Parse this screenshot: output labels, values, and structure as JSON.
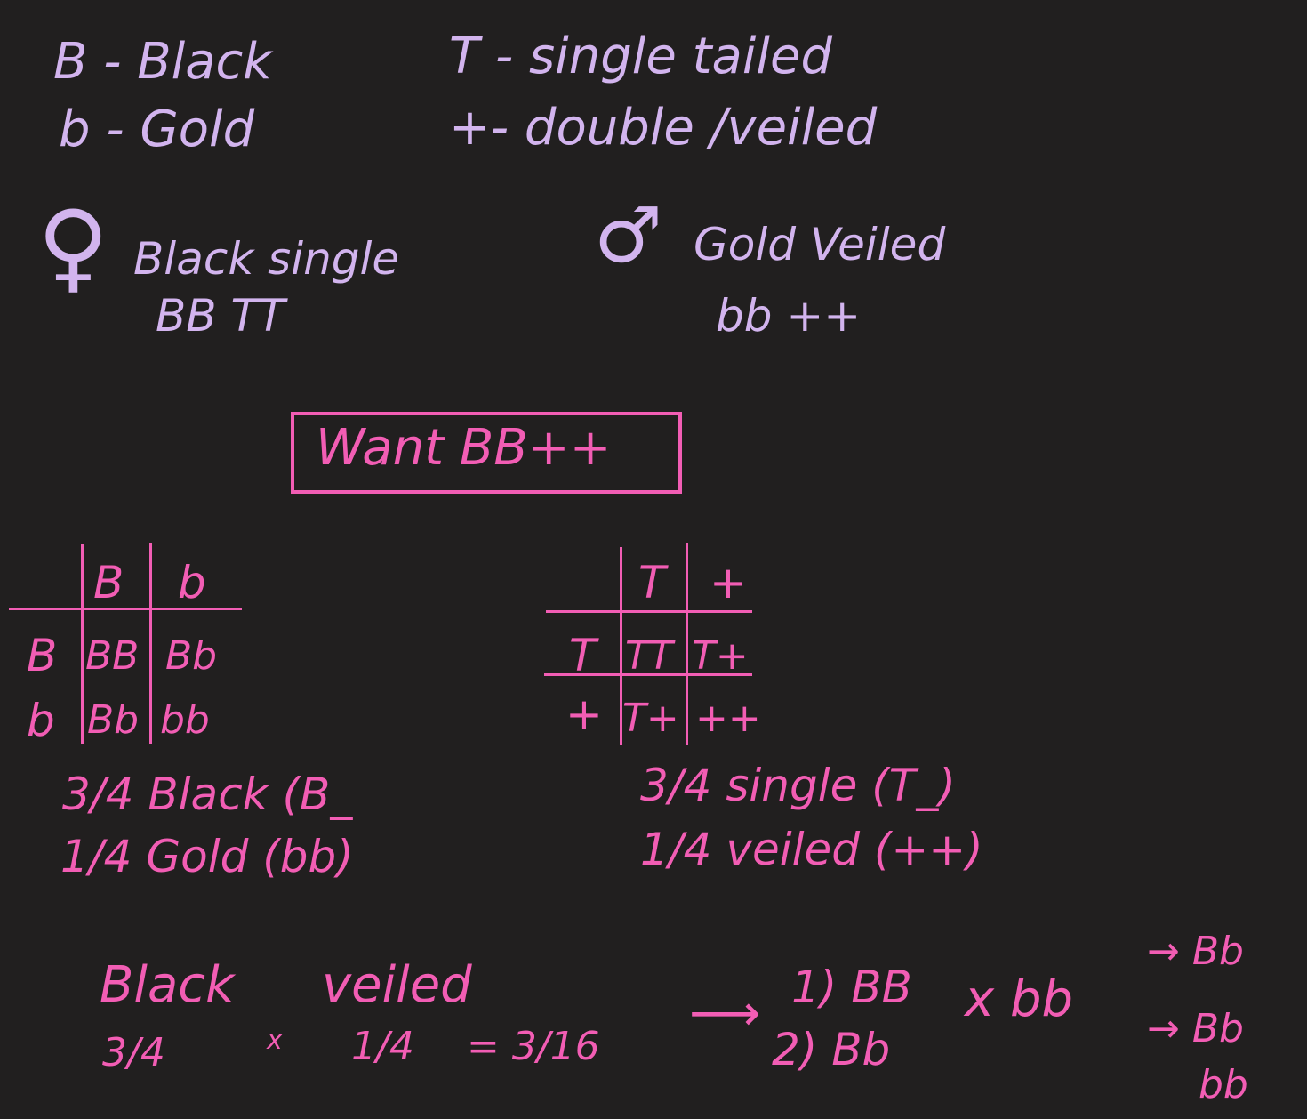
{
  "legend": {
    "B": "B - Black",
    "b": "b - Gold",
    "T": "T - single tailed",
    "t": "+- double /veiled"
  },
  "parents": {
    "female_symbol": "♀",
    "female_phenotype": "Black single",
    "female_genotype": "BB TT",
    "male_symbol": "♂",
    "male_phenotype": "Gold  Veiled",
    "male_genotype": "bb  ++"
  },
  "goal": "Want  BB++",
  "punnett_color": {
    "col_headers": [
      "B",
      "b"
    ],
    "row_headers": [
      "B",
      "b"
    ],
    "cells": [
      [
        "BB",
        "Bb"
      ],
      [
        "Bb",
        "bb"
      ]
    ]
  },
  "punnett_tail": {
    "col_headers": [
      "T",
      "+"
    ],
    "row_headers": [
      "T",
      "+"
    ],
    "cells": [
      [
        "TT",
        "T+"
      ],
      [
        "T+",
        "++"
      ]
    ]
  },
  "ratios_color": {
    "line1": "3/4 Black (B_",
    "line2": "1/4 Gold (bb)"
  },
  "ratios_tail": {
    "line1": "3/4 single (T_)",
    "line2": "1/4 veiled (++)"
  },
  "calc": {
    "black": "Black",
    "veiled": "veiled",
    "frac1": "3/4",
    "times": "x",
    "frac2": "1/4",
    "result": "= 3/16",
    "arrow": "⟶",
    "opt1": "1) BB",
    "opt2": "2) Bb",
    "cross": "x  bb",
    "arrow_a": "→ Bb",
    "arrow_b": "→ Bb",
    "last": "bb"
  }
}
